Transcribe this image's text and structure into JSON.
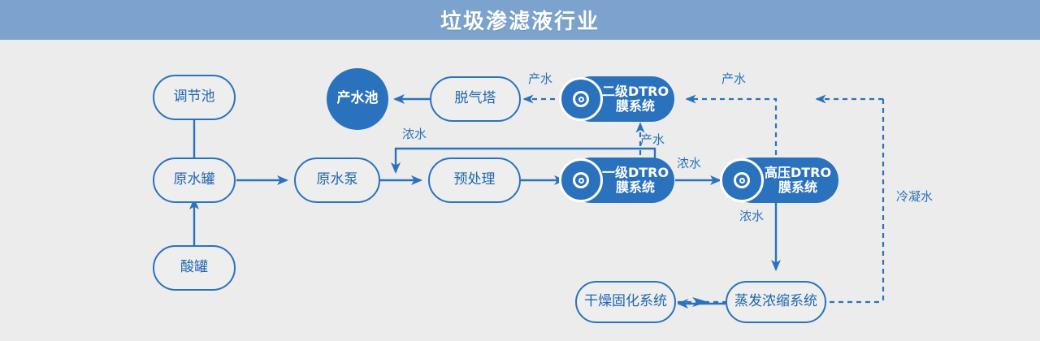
{
  "header": {
    "title": "垃圾渗滤液行业"
  },
  "colors": {
    "header_bg": "#7ba3ce",
    "canvas_bg": "#ececec",
    "accent": "#2a72bd",
    "node_text": "#1f66b0",
    "filled_text": "#ffffff"
  },
  "nodes": [
    {
      "id": "tiaojiechi",
      "label": "调节池",
      "type": "pill"
    },
    {
      "id": "yuanshuiguan",
      "label": "原水罐",
      "type": "pill"
    },
    {
      "id": "suanguan",
      "label": "酸罐",
      "type": "pill"
    },
    {
      "id": "yuanshuibeng",
      "label": "原水泵",
      "type": "pill"
    },
    {
      "id": "yuchuli",
      "label": "预处理",
      "type": "pill"
    },
    {
      "id": "tuoqita",
      "label": "脱气塔",
      "type": "pill"
    },
    {
      "id": "chanshuichi",
      "label": "产水池",
      "type": "circle"
    },
    {
      "id": "dtro2",
      "label": "二级DTRO\n膜系统",
      "type": "filled"
    },
    {
      "id": "dtro1",
      "label": "一级DTRO\n膜系统",
      "type": "filled"
    },
    {
      "id": "dtrohp",
      "label": "高压DTRO\n膜系统",
      "type": "filled"
    },
    {
      "id": "ganzao",
      "label": "干燥固化系统",
      "type": "pill"
    },
    {
      "id": "zhengfa",
      "label": "蒸发浓缩系统",
      "type": "pill"
    }
  ],
  "edge_labels": [
    {
      "id": "chanshui-top-left",
      "text": "产水"
    },
    {
      "id": "chanshui-top-right",
      "text": "产水"
    },
    {
      "id": "chanshui-mid",
      "text": "产水"
    },
    {
      "id": "nongshui-return",
      "text": "浓水"
    },
    {
      "id": "nongshui-dtro1",
      "text": "浓水"
    },
    {
      "id": "nongshui-hp",
      "text": "浓水"
    },
    {
      "id": "lengningshui",
      "text": "冷凝水"
    }
  ],
  "icons": {
    "dtro_membrane": "bullseye-icon"
  }
}
